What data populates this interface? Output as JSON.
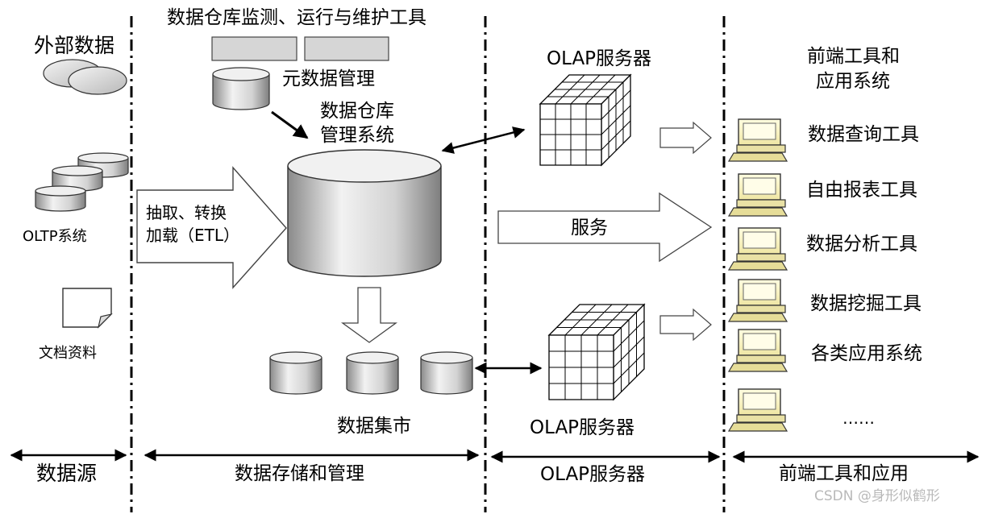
{
  "columns": {
    "source": {
      "header": "外部数据",
      "oltp_label": "OLTP系统",
      "docs_label": "文档资料",
      "footer": "数据源"
    },
    "storage": {
      "tools_title": "数据仓库监测、运行与维护工具",
      "metadata_label": "元数据管理",
      "dbms_line1": "数据仓库",
      "dbms_line2": "管理系统",
      "etl_line1": "抽取、转换",
      "etl_line2": "加载（ETL）",
      "marts_label": "数据集市",
      "footer": "数据存储和管理"
    },
    "olap": {
      "top_label": "OLAP服务器",
      "service_label": "服务",
      "bottom_label": "OLAP服务器",
      "footer": "OLAP服务器"
    },
    "frontend": {
      "header_line1": "前端工具和",
      "header_line2": "应用系统",
      "tools": [
        "数据查询工具",
        "自由报表工具",
        "数据分析工具",
        "数据挖掘工具",
        "各类应用系统",
        "……"
      ],
      "footer": "前端工具和应用"
    }
  },
  "watermark": "CSDN @身形似鹤形"
}
